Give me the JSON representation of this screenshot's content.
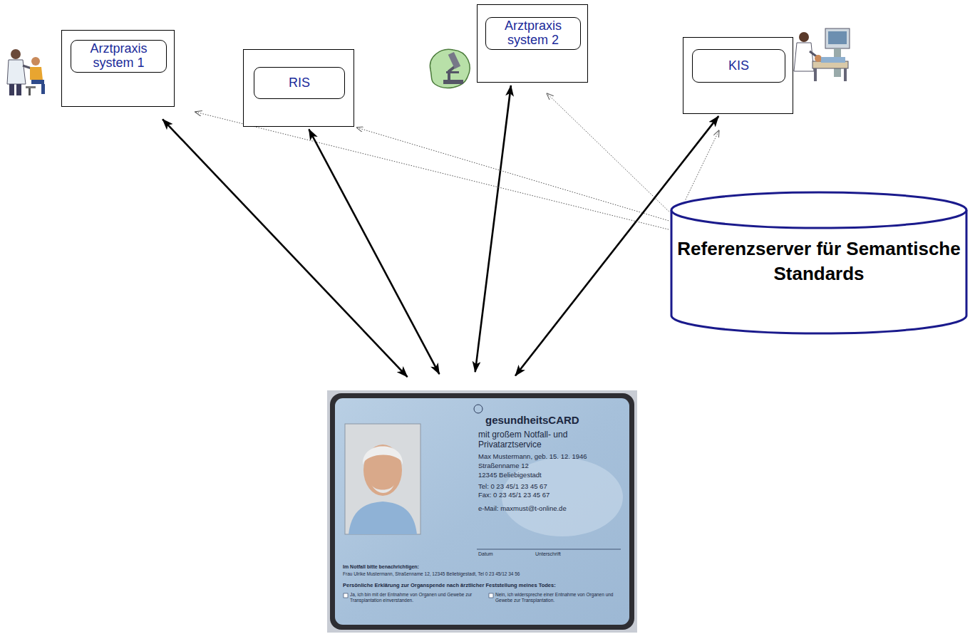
{
  "diagram": {
    "nodes": [
      {
        "text": [
          "Arztpraxis system 1"
        ]
      },
      {
        "text": [
          "RIS"
        ]
      },
      {
        "text": [
          "Arztpraxis system 2"
        ]
      },
      {
        "text": [
          "KIS"
        ]
      },
      {
        "text": [
          "Referenzserver für Semantische Standards"
        ]
      },
      {
        "text": [
          "gesundheitsCARD",
          "mit großem Notfall- und Privatarztservice",
          "Max Mustermann, geb. 15. 12. 1946",
          "Straßenname 12",
          "12345 Beliebigestadt",
          "Tel: 0 23 45/1 23 45 67",
          "Fax: 0 23 45/1 23 45 67",
          "e-Mail: maxmust@t-online.de",
          "Datum",
          "Unterschrift",
          "Im Notfall bitte benachrichtigen:",
          "Frau Ulrike Mustermann, Straßenname 12, 12345 Beliebigestadt, Tel 0 23 45/12 34 56",
          "Persönliche Erklärung zur Organspende nach ärztlicher Feststellung meines Todes:",
          "Ja, ich bin mit der Entnahme von Organen und Gewebe zur Transplantation einverstanden.",
          "Nein, ich widerspreche einer Entnahme von Organen und Gewebe zur Transplantation."
        ]
      }
    ],
    "edges": [
      {
        "from": 5,
        "to": 0,
        "arrow": "both"
      },
      {
        "from": 5,
        "to": 1,
        "arrow": "both"
      },
      {
        "from": 5,
        "to": 2,
        "arrow": "both"
      },
      {
        "from": 5,
        "to": 3,
        "arrow": "both"
      },
      {
        "from": 4,
        "to": 0,
        "arrow": "to"
      },
      {
        "from": 4,
        "to": 1,
        "arrow": "to"
      },
      {
        "from": 4,
        "to": 2,
        "arrow": "to"
      },
      {
        "from": 4,
        "to": 3,
        "arrow": "to"
      }
    ]
  }
}
